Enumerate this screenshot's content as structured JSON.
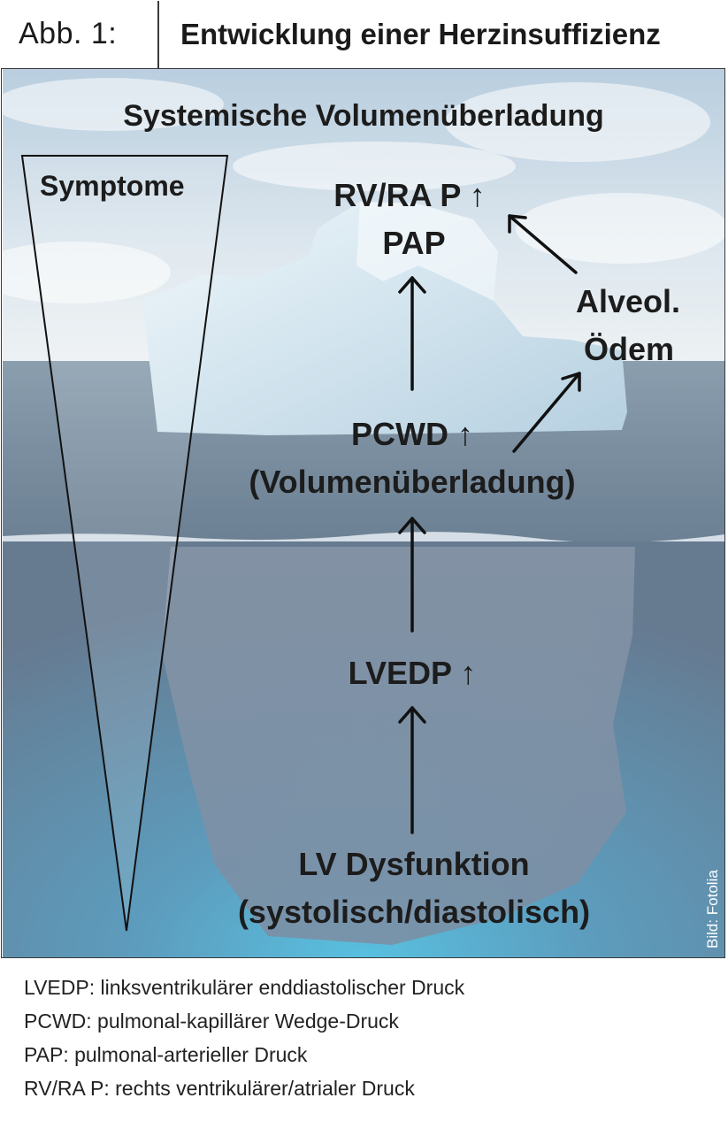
{
  "header": {
    "figure_number": "Abb. 1:",
    "title": "Entwicklung einer Herzinsuffizienz"
  },
  "diagram": {
    "top_label": "Systemische Volumenüberladung",
    "triangle_label": "Symptome",
    "nodes": {
      "rv_ra_p": "RV/RA P ↑",
      "pap": "PAP",
      "alveol_line1": "Alveol.",
      "alveol_line2": "Ödem",
      "pcwd": "PCWD ↑",
      "pcwd_sub": "(Volumenüberladung)",
      "lvedp": "LVEDP ↑",
      "lv_dys": "LV Dysfunktion",
      "lv_dys_sub": "(systolisch/diastolisch)"
    },
    "photo_credit": "Bild: Fotolia"
  },
  "legend": {
    "items": [
      "LVEDP: linksventrikulärer enddiastolischer Druck",
      "PCWD: pulmonal-kapillärer Wedge-Druck",
      "PAP: pulmonal-arterieller Druck",
      "RV/RA P: rechts ventrikulärer/atrialer Druck"
    ]
  },
  "colors": {
    "sky_top": "#c9d9e6",
    "sea_surface": "#8fa3b3",
    "underwater": "#6d8196",
    "underwater_glow": "#64bfdc",
    "ice": "#dcebf3",
    "text": "#1c1c1c"
  }
}
